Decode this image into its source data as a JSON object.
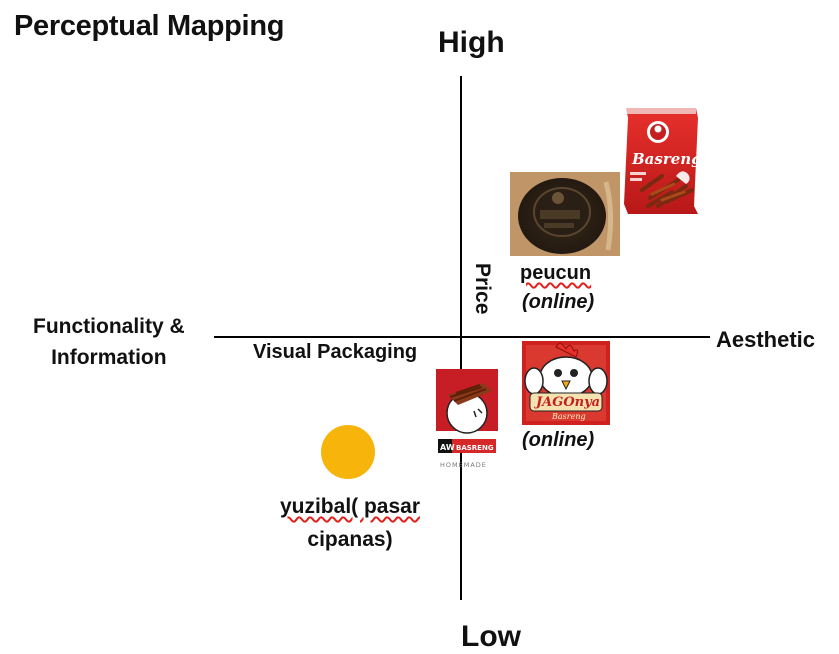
{
  "title": "Perceptual Mapping",
  "axes": {
    "top": "High",
    "bottom": "Low",
    "right": "Aesthetic",
    "left_line1": "Functionality &",
    "left_line2": "Information",
    "x_sub": "Visual Packaging",
    "y_sub": "Price"
  },
  "brands": {
    "peucun": {
      "name": "peucun",
      "channel": "(online)"
    },
    "jagonya": {
      "channel": "(online)",
      "logo_text": "JAGOnya",
      "logo_sub": "Basreng"
    },
    "basreng_bag": {
      "logo_text": "Basreng"
    },
    "aw": {
      "badge_left": "AW",
      "badge_right": "BASRENG",
      "tagline": "HOMEMADE"
    },
    "yuzibal": {
      "line1": "yuzibal( pasar",
      "line2": "cipanas)",
      "marker_color": "#f7b40b"
    }
  },
  "colors": {
    "axis": "#000000",
    "accent_red": "#d62828",
    "marker": "#f7b40b"
  }
}
